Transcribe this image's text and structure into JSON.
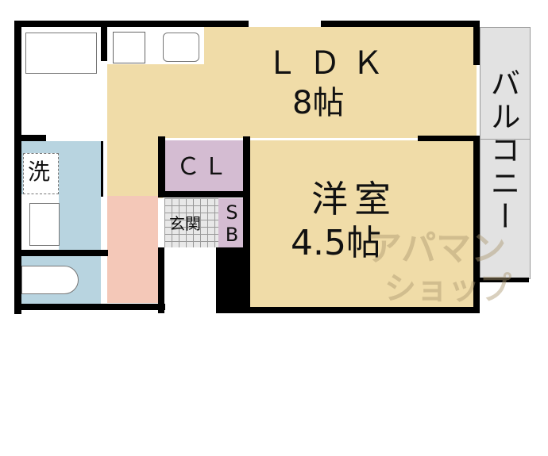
{
  "floorplan": {
    "rooms": {
      "ldk": {
        "name": "ＬＤＫ",
        "size": "8帖"
      },
      "western_room": {
        "name": "洋室",
        "size": "4.5帖"
      },
      "closet": {
        "name": "ＣＬ"
      },
      "shoe_box": {
        "name": "SB"
      },
      "entrance": {
        "name": "玄関"
      },
      "washroom": {
        "name": "洗"
      },
      "balcony": {
        "name": "バルコニー"
      }
    },
    "watermark": {
      "line1": "アパマン",
      "line2": "ショップ"
    },
    "colors": {
      "ldk": "#f0dca8",
      "closet": "#d4bcd2",
      "wet_area": "#b8d4e0",
      "hallway": "#f4c8b8",
      "balcony": "#e2e2e2"
    }
  }
}
